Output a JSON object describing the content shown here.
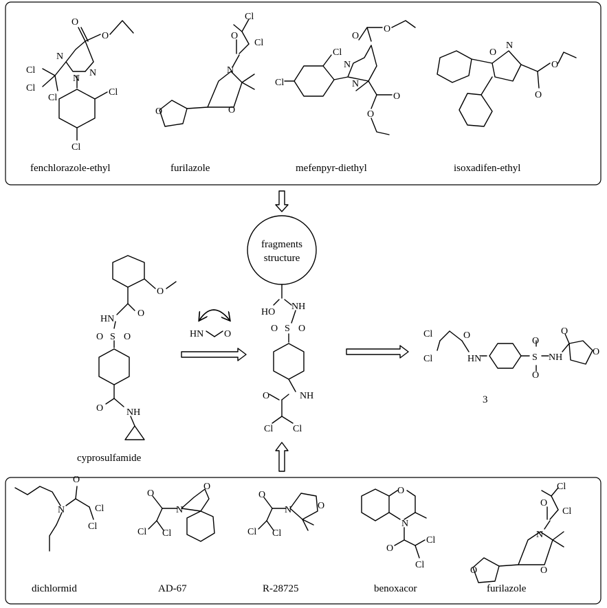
{
  "top_panel": {
    "compounds": [
      "fenchlorazole-ethyl",
      "furilazole",
      "mefenpyr-diethyl",
      "isoxadifen-ethyl"
    ]
  },
  "bottom_panel": {
    "compounds": [
      "dichlormid",
      "AD-67",
      "R-28725",
      "benoxacor",
      "furilazole"
    ]
  },
  "center": {
    "circle_line1": "fragments",
    "circle_line2": "structure"
  },
  "left": {
    "name": "cyprosulfamide",
    "fragment_label": "HN",
    "fragment_o": "O"
  },
  "product": {
    "number": "3"
  },
  "atoms": {
    "Cl": "Cl",
    "O": "O",
    "N": "N",
    "NH": "NH",
    "HN": "HN",
    "HO": "HO",
    "S": "S"
  }
}
